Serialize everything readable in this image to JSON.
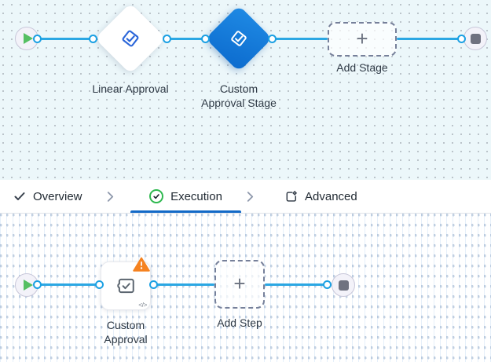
{
  "colors": {
    "edge_blue": "#2BA7E3",
    "selected_node_blue": "#1277D9",
    "active_tab_underline": "#1269C7",
    "warning_orange": "#F58220",
    "success_green": "#2EB84F",
    "play_green": "#56BF63"
  },
  "glyphs": {
    "plus": "+"
  },
  "stage_flow": {
    "nodes": [
      {
        "name": "start",
        "icon": "play-icon"
      },
      {
        "name": "linear-approval",
        "label": "Linear Approval",
        "icon": "approval-check-icon",
        "selected": false
      },
      {
        "name": "custom-approval-stage",
        "label": "Custom Approval Stage",
        "label_lines": [
          "Custom",
          "Approval Stage"
        ],
        "icon": "approval-check-icon",
        "selected": true
      },
      {
        "name": "add-stage",
        "label": "Add Stage",
        "icon": "plus-icon"
      },
      {
        "name": "end",
        "icon": "stop-icon"
      }
    ]
  },
  "tab_bar": {
    "tabs": [
      {
        "label": "Overview",
        "icon": "check-icon",
        "active": false
      },
      {
        "label": "Execution",
        "icon": "success-circle-icon",
        "active": true
      },
      {
        "label": "Advanced",
        "icon": "panel-gear-icon",
        "active": false
      }
    ]
  },
  "step_flow": {
    "nodes": [
      {
        "name": "start",
        "icon": "play-icon"
      },
      {
        "name": "custom-approval",
        "label": "Custom Approval",
        "label_lines": [
          "Custom",
          "Approval"
        ],
        "icon": "puzzle-check-icon",
        "has_warning": true,
        "code_badge": "</>"
      },
      {
        "name": "add-step",
        "label": "Add Step",
        "icon": "plus-icon"
      },
      {
        "name": "end",
        "icon": "stop-icon"
      }
    ]
  }
}
